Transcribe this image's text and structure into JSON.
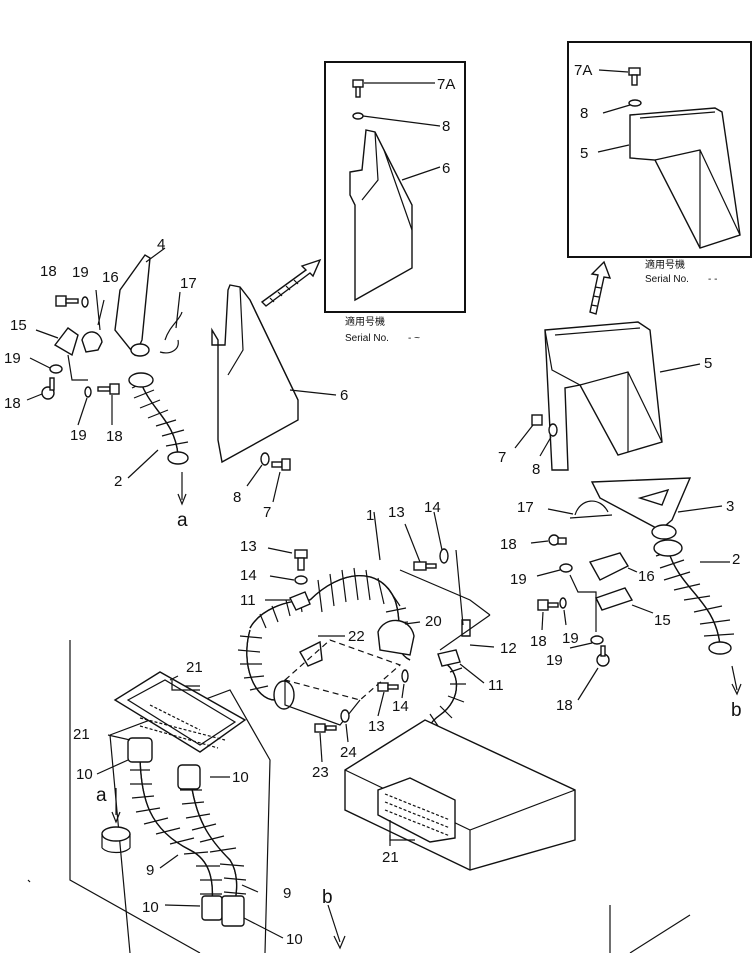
{
  "inset_left": {
    "serial_label": "Serial No.",
    "serial_dots": "-  ~",
    "japanese_label": "適用号機"
  },
  "inset_right": {
    "serial_label": "Serial No.",
    "serial_dots": "-  -",
    "japanese_label": "適用号機"
  },
  "callouts": {
    "c7A_l": "7A",
    "c8_l": "8",
    "c6_l": "6",
    "c7A_r": "7A",
    "c8_r": "8",
    "c5_r": "5",
    "c4": "4",
    "c18a": "18",
    "c19a": "19",
    "c16a": "16",
    "c17a": "17",
    "c15a": "15",
    "c19b": "19",
    "c18b": "18",
    "c19c": "19",
    "c18c": "18",
    "c2a": "2",
    "c6": "6",
    "c8a": "8",
    "c7a": "7",
    "ca": "a",
    "c5": "5",
    "c7b": "7",
    "c8b": "8",
    "c3": "3",
    "c17b": "17",
    "c18d": "18",
    "c19d": "19",
    "c16b": "16",
    "c2b": "2",
    "c18e": "18",
    "c19e": "19",
    "c15b": "15",
    "c19f": "19",
    "c18f": "18",
    "cb": "b",
    "c1": "1",
    "c13a": "13",
    "c14a": "14",
    "c13b": "13",
    "c14b": "14",
    "c11a": "11",
    "c20": "20",
    "c22": "22",
    "c12": "12",
    "c11b": "11",
    "c13c": "13",
    "c14c": "14",
    "c23": "23",
    "c24": "24",
    "c21a": "21",
    "c21b": "21",
    "c10a": "10",
    "c10b": "10",
    "ca2": "a",
    "c9a": "9",
    "c9b": "9",
    "c10c": "10",
    "c10d": "10",
    "cb2": "b",
    "c21c": "21"
  }
}
